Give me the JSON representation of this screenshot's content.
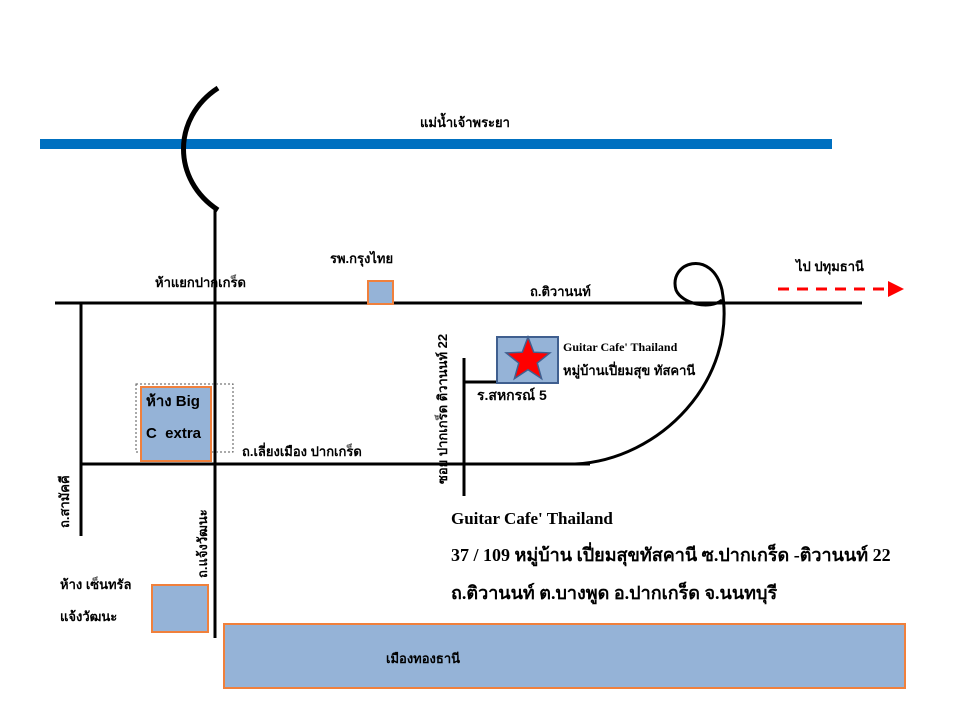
{
  "labels": {
    "river": "แม่น้ำเจ้าพระยา",
    "hospital": "รพ.กรุงไทย",
    "intersection": "ห้าแยกปากเกร็ด",
    "tiwanon_road": "ถ.ติวานนท์",
    "to_pathum": "ไป ปทุมธานี",
    "bypass_road": "ถ.เลี่ยงเมือง ปากเกร็ด",
    "soi_pakkret": "ซอย ปากเกร็ด ติวานนท์ 22",
    "sahakorn": "ร.สหกรณ์ 5",
    "cafe_name_small": "Guitar Cafe' Thailand",
    "village_small": "หมู่บ้านเปี่ยมสุข ทัสคานี",
    "bigc_line1": "ห้าง Big",
    "bigc_line2": "C  extra",
    "samakkhi": "ถ.สามัคคี",
    "chaengwattana": "ถ.แจ้งวัฒนะ",
    "central_line1": "ห้าง เซ็นทรัล",
    "central_line2": "แจ้งวัฒนะ",
    "muangthong": "เมืองทองธานี"
  },
  "address": {
    "line1": "Guitar Cafe' Thailand",
    "line2": "37 / 109 หมู่บ้าน เปี่ยมสุขทัสคานี ซ.ปากเกร็ด -ติวานนท์ 22",
    "line3": "ถ.ติวานนท์ ต.บางพูด อ.ปากเกร็ด จ.นนทบุรี"
  },
  "colors": {
    "river": "#0070c0",
    "road": "#000000",
    "arrow": "#ff0000",
    "star": "#ff0000",
    "box_fill": "#95b3d7",
    "box_border": "#f0803c",
    "cafe_box_border": "#3f5f8f"
  },
  "icons": {
    "location_marker": "red-star-icon",
    "direction": "dashed-arrow-right-icon"
  }
}
